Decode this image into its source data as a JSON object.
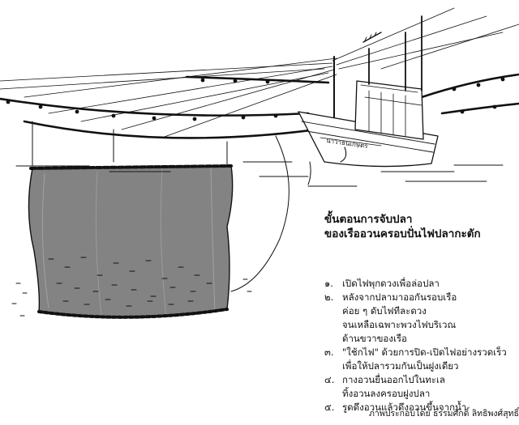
{
  "title_lines": [
    "ขั้นตอนการจับปลา",
    "ของเรืออวนครอบปั่นไฟปลากะตัก"
  ],
  "steps": [
    {
      "num": "๑.",
      "lines": [
        "เปิดไฟพุกดวงเพื่อล่อปลา"
      ]
    },
    {
      "num": "๒.",
      "lines": [
        "หลังจากปลามาออกันรอบเรือ",
        "ค่อย ๆ ดับไฟทีละดวง",
        "จนเหลือเฉพาะพวงไฟบริเวณ",
        "ด้านขวาของเรือ"
      ]
    },
    {
      "num": "๓.",
      "lines": [
        "\"ใช้กไฟ\" ด้วยการปิด-เปิดไฟอย่างรวดเร็ว",
        "เพื่อให้ปลารวมกันเป็นฝูงเดียว"
      ]
    },
    {
      "num": "๔.",
      "lines": [
        "กางอวนยื่นออกไปในทะเล",
        "ทิ้งอวนลงครอบฝูงปลา"
      ]
    },
    {
      "num": "๕.",
      "lines": [
        "รูดดึงอวนแล้วดึงอวนขึ้นจากน้ำ"
      ]
    }
  ],
  "credit": "ภาพประกอบโดย ธรรมศักดิ์ ลิทธิพงศ์สุทธิ์",
  "boat_name": "นาวาธนเกษตร"
}
